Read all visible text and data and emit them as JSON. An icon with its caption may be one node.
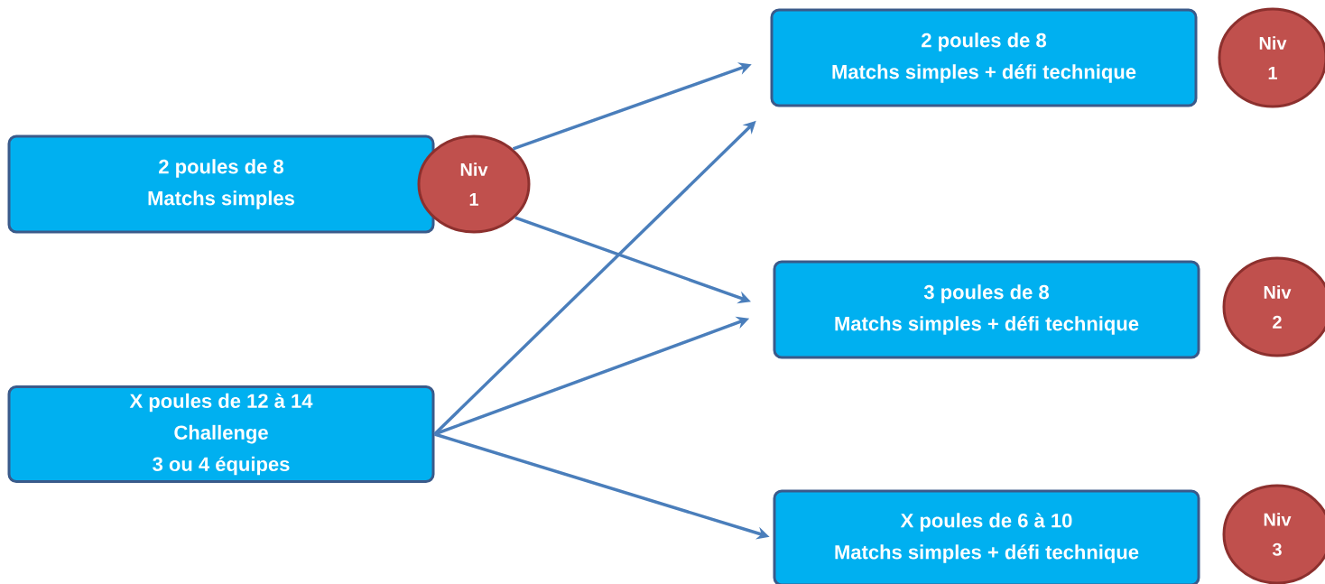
{
  "diagram": {
    "nodes": [
      {
        "text": [
          "2 poules de 8",
          "Matchs simples"
        ]
      },
      {
        "text": [
          "Niv 1"
        ]
      },
      {
        "text": [
          "X poules de 12 à 14",
          "Challenge",
          "3 ou 4 équipes"
        ]
      },
      {
        "text": [
          "2 poules de 8",
          "Matchs simples + défi technique"
        ]
      },
      {
        "text": [
          "Niv 1"
        ]
      },
      {
        "text": [
          "3 poules de 8",
          "Matchs simples + défi technique"
        ]
      },
      {
        "text": [
          "Niv 2"
        ]
      },
      {
        "text": [
          "X poules de 6 à 10",
          "Matchs simples + défi technique"
        ]
      },
      {
        "text": [
          "Niv 3"
        ]
      }
    ],
    "edges": [
      {
        "from": 1,
        "to": 3,
        "arrow": "to"
      },
      {
        "from": 1,
        "to": 5,
        "arrow": "to"
      },
      {
        "from": 2,
        "to": 3,
        "arrow": "to"
      },
      {
        "from": 2,
        "to": 5,
        "arrow": "to"
      },
      {
        "from": 2,
        "to": 7,
        "arrow": "to"
      }
    ]
  }
}
